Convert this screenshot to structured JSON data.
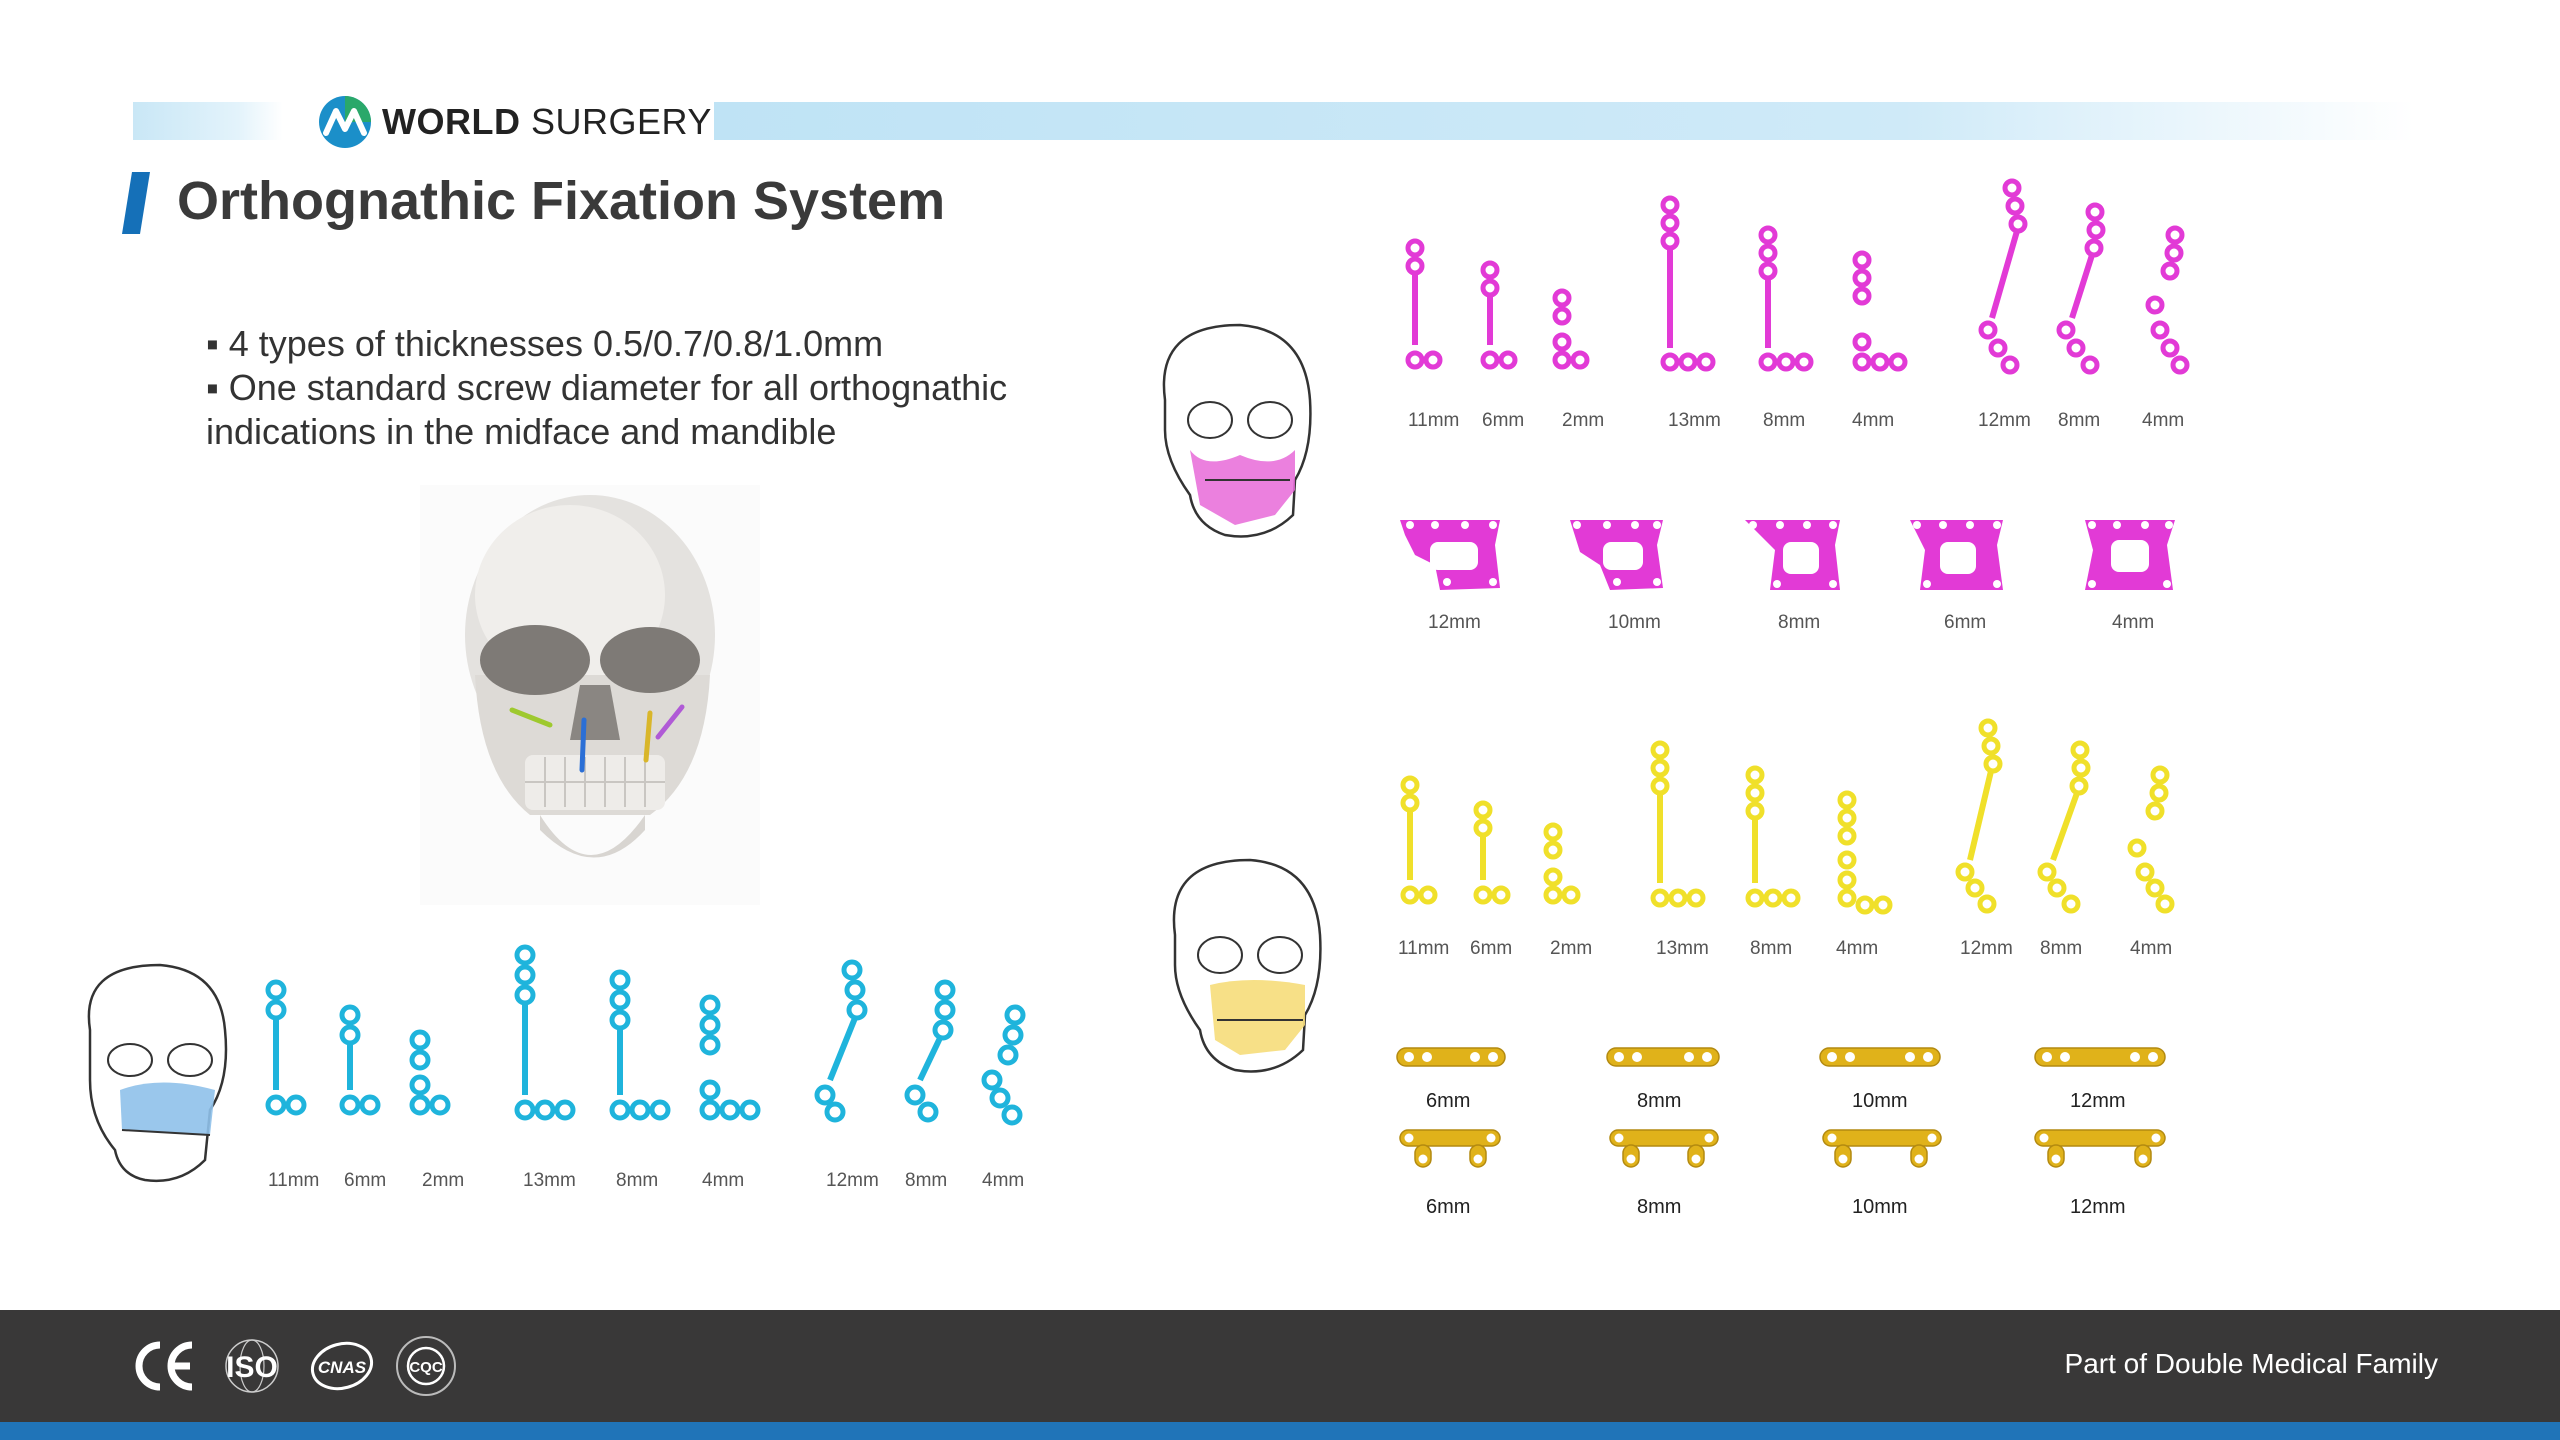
{
  "header": {
    "logo_word_bold": "WORLD",
    "logo_word": "SURGERY",
    "title": "Orthognathic Fixation System"
  },
  "bullets": [
    "▪ 4 types of thicknesses 0.5/0.7/0.8/1.0mm",
    "▪ One standard screw diameter for all orthognathic indications in the midface and mandible"
  ],
  "colors": {
    "title_accent": "#1570b8",
    "cyan_plate": "#1fb4dc",
    "magenta_plate": "#e23ad6",
    "yellow_plate": "#f0e02a",
    "gold_plate": "#e0b21a",
    "footer_bg": "#393838",
    "footer_line": "#2074b8"
  },
  "blue_group": {
    "labels": [
      "11mm",
      "6mm",
      "2mm",
      "13mm",
      "8mm",
      "4mm",
      "12mm",
      "8mm",
      "4mm"
    ]
  },
  "magenta_group": {
    "l_labels": [
      "11mm",
      "6mm",
      "2mm",
      "13mm",
      "8mm",
      "4mm",
      "12mm",
      "8mm",
      "4mm"
    ],
    "box_labels": [
      "12mm",
      "10mm",
      "8mm",
      "6mm",
      "4mm"
    ]
  },
  "yellow_group": {
    "l_labels": [
      "11mm",
      "6mm",
      "2mm",
      "13mm",
      "8mm",
      "4mm",
      "12mm",
      "8mm",
      "4mm"
    ],
    "straight_labels": [
      "6mm",
      "8mm",
      "10mm",
      "12mm"
    ],
    "h_labels": [
      "6mm",
      "8mm",
      "10mm",
      "12mm"
    ]
  },
  "footer": {
    "text": "Part of Double Medical Family",
    "cert_icons": [
      "ce-mark-icon",
      "iso-icon",
      "cnas-icon",
      "cqc-icon"
    ]
  }
}
